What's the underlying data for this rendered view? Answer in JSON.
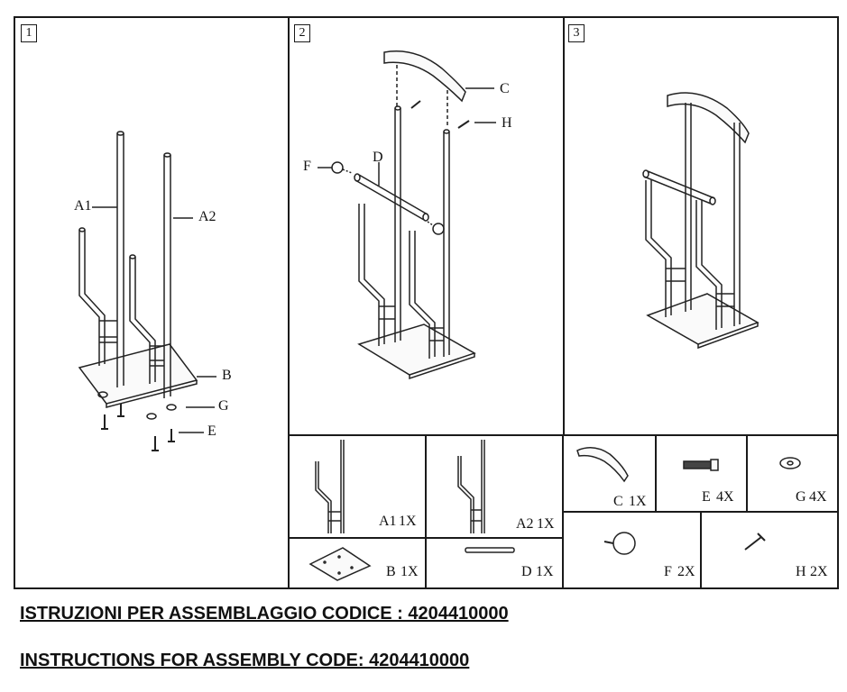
{
  "steps": {
    "s1": "1",
    "s2": "2",
    "s3": "3"
  },
  "callouts": {
    "a1": "A1",
    "a2": "A2",
    "b": "B",
    "g": "G",
    "e": "E",
    "c": "C",
    "h": "H",
    "f": "F",
    "d": "D"
  },
  "parts": [
    {
      "id": "A1",
      "qty": "1X"
    },
    {
      "id": "A2",
      "qty": "1X"
    },
    {
      "id": "B",
      "qty": "1X"
    },
    {
      "id": "D",
      "qty": "1X"
    },
    {
      "id": "C",
      "qty": "1X"
    },
    {
      "id": "E",
      "qty": "4X"
    },
    {
      "id": "G",
      "qty": "4X"
    },
    {
      "id": "F",
      "qty": "2X"
    },
    {
      "id": "H",
      "qty": "2X"
    }
  ],
  "captions": {
    "italian": "ISTRUZIONI PER ASSEMBLAGGIO CODICE : 4204410000",
    "english": "INSTRUCTIONS FOR ASSEMBLY CODE:  4204410000"
  }
}
